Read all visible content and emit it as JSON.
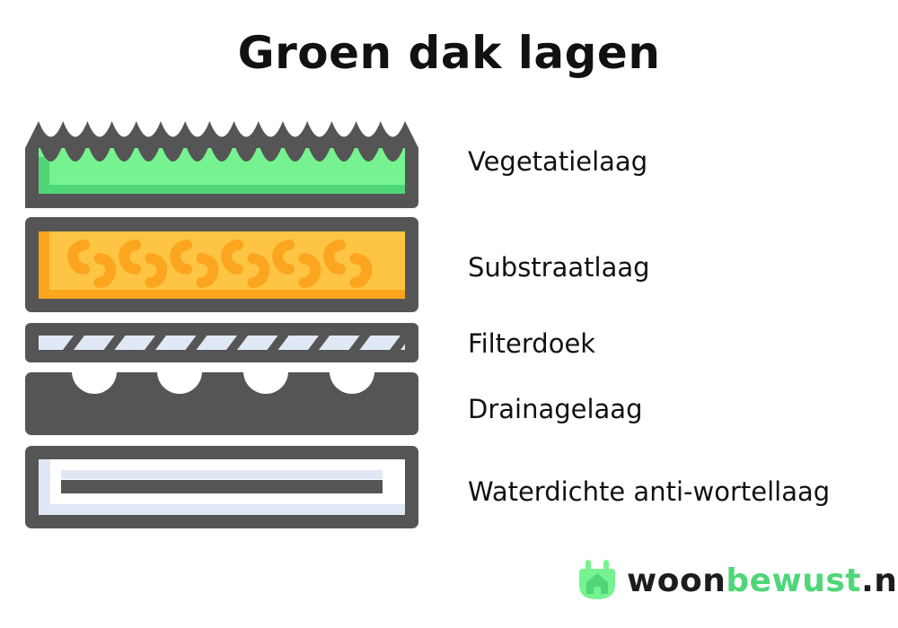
{
  "title": "Groen dak lagen",
  "layers": [
    {
      "label": "Vegetatielaag"
    },
    {
      "label": "Substraatlaag"
    },
    {
      "label": "Filterdoek"
    },
    {
      "label": "Drainagelaag"
    },
    {
      "label": "Waterdichte anti-wortellaag"
    }
  ],
  "logo": {
    "part1": "woon",
    "part2": "bewust",
    "part3": ".nl",
    "icon": "house-plug-icon"
  },
  "colors": {
    "outline": "#555555",
    "grass": "#77f291",
    "grass_shade": "#4fd679",
    "substrate": "#fdc543",
    "substrate_shade": "#fca51e",
    "light": "#e1e8f5"
  }
}
